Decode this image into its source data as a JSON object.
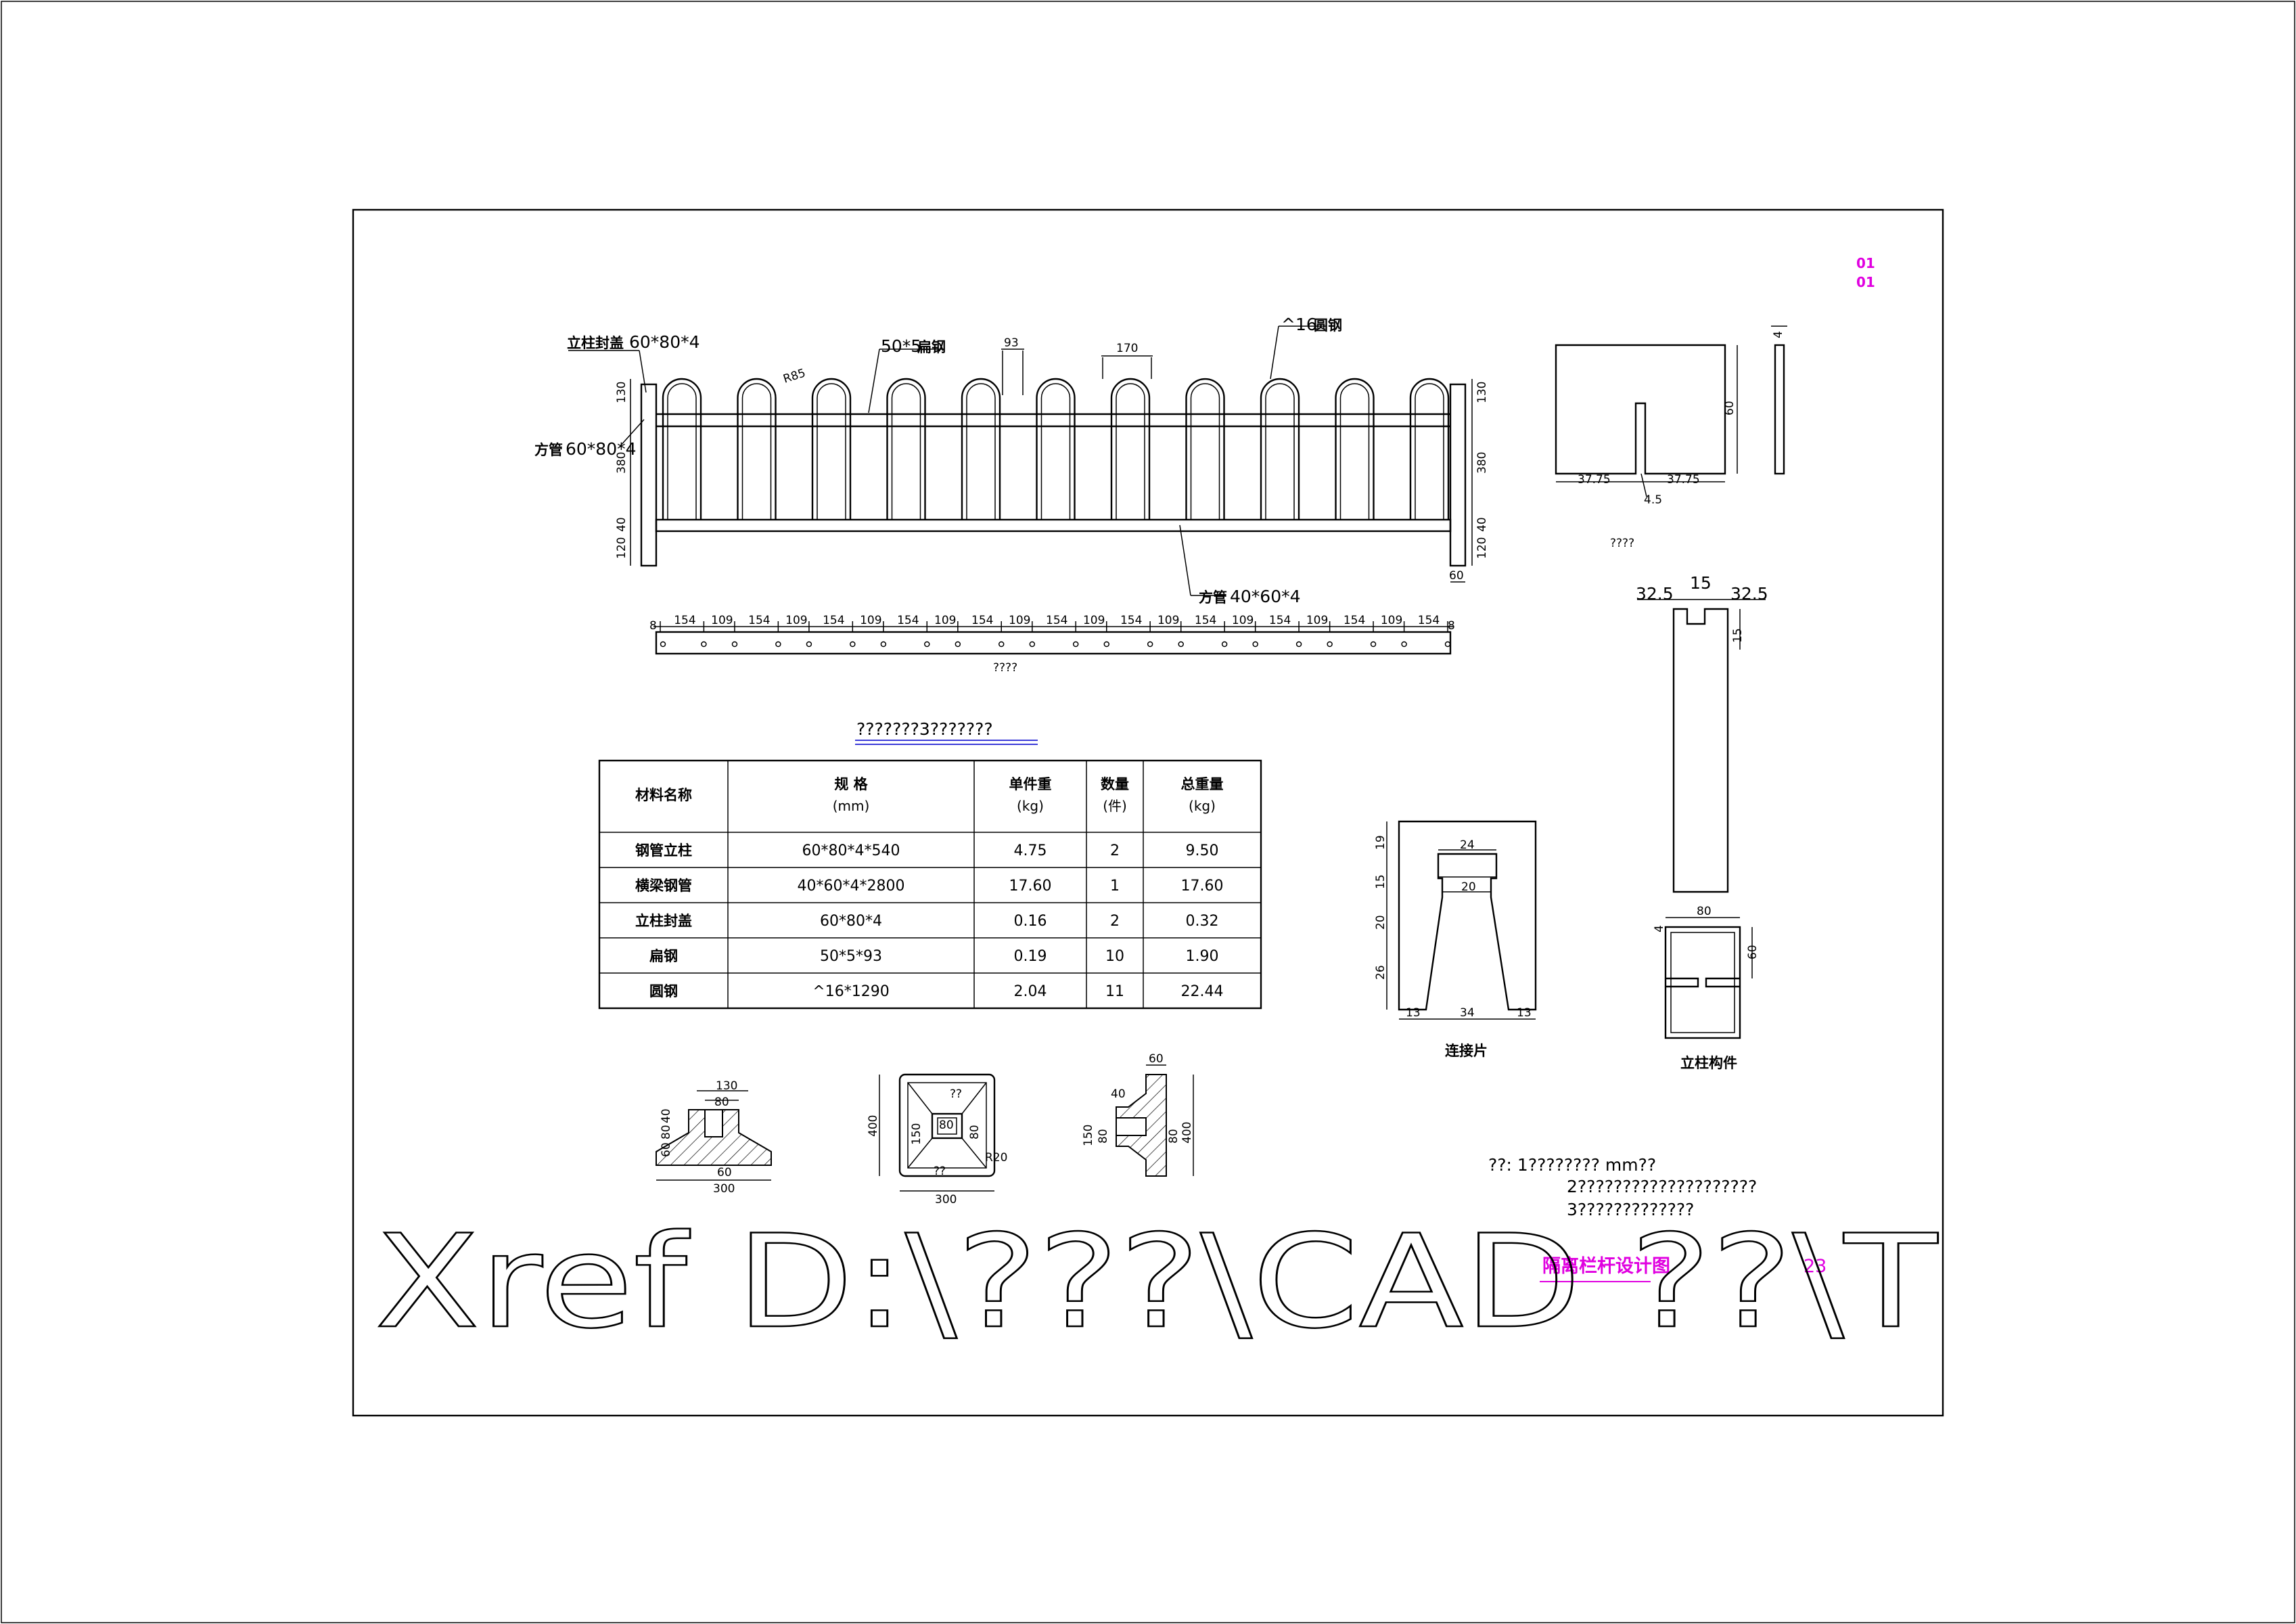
{
  "labels": {
    "post_cap": "立柱封盖",
    "post_cap_spec": "60*80*4",
    "flat_steel": "50*5",
    "flat_steel_name": "扁钢",
    "round_steel_spec": "^16",
    "round_steel_name": "圆钢",
    "square_tube": "方管",
    "square_tube_spec": "60*80*4",
    "square_tube_bottom": "方管",
    "square_tube_bottom_spec": "40*60*4",
    "radius": "R85",
    "width_93": "93",
    "width_170": "170",
    "left_dims": [
      "130",
      "380",
      "40",
      "120"
    ],
    "right_dims": [
      "130",
      "380",
      "40",
      "120"
    ],
    "post_width": "60",
    "hole_dims": [
      "154",
      "109",
      "154",
      "109",
      "154",
      "109",
      "154",
      "109",
      "154",
      "109",
      "154",
      "109",
      "154",
      "109",
      "154",
      "109",
      "154",
      "109",
      "154",
      "109",
      "154"
    ],
    "hole_end": "8",
    "hole_caption": "????",
    "plate_caption": "????",
    "plate_w1": "37.75",
    "plate_w2": "37.75",
    "plate_slot": "4.5",
    "plate_h": "60",
    "plate_thk": "4",
    "post_top_l": "32.5",
    "post_top_m": "15",
    "post_top_r": "32.5",
    "post_slot_h": "15",
    "post_sec_w": "80",
    "post_sec_h": "60",
    "post_sec_t": "4",
    "post_member": "立柱构件",
    "connector": "连接片",
    "conn_dims_left": [
      "19",
      "15",
      "20",
      "26"
    ],
    "conn_w1": "24",
    "conn_w2": "20",
    "conn_bottom": [
      "13",
      "34",
      "13"
    ],
    "base1_dims": [
      "130",
      "80",
      "60",
      "80",
      "40",
      "60",
      "300"
    ],
    "base2_dims": [
      "400",
      "300",
      "150",
      "80",
      "80",
      "R20"
    ],
    "base2_marks": [
      "??",
      "??"
    ],
    "base3_dims": [
      "60",
      "40",
      "150",
      "80",
      "80",
      "400"
    ],
    "notes": [
      "??: 1???????? mm??",
      "2????????????????????",
      "3?????????????"
    ],
    "sheet_title": "隔离栏杆设计图",
    "sheet_no": "23",
    "top_codes": [
      "01",
      "01"
    ],
    "xref": "Xref D:\\???\\CAD  ??\\T"
  },
  "table": {
    "title": "???????3???????",
    "headers": [
      {
        "line1": "材料名称",
        "line2": ""
      },
      {
        "line1": "规      格",
        "line2": "(mm)"
      },
      {
        "line1": "单件重",
        "line2": "(kg)"
      },
      {
        "line1": "数量",
        "line2": "(件)"
      },
      {
        "line1": "总重量",
        "line2": "(kg)"
      }
    ],
    "rows": [
      [
        "钢管立柱",
        "60*80*4*540",
        "4.75",
        "2",
        "9.50"
      ],
      [
        "横梁钢管",
        "40*60*4*2800",
        "17.60",
        "1",
        "17.60"
      ],
      [
        "立柱封盖",
        "60*80*4",
        "0.16",
        "2",
        "0.32"
      ],
      [
        "扁钢",
        "50*5*93",
        "0.19",
        "10",
        "1.90"
      ],
      [
        "圆钢",
        "^16*1290",
        "2.04",
        "11",
        "22.44"
      ]
    ]
  },
  "colors": {
    "magenta": "#e000e0",
    "title_underline": "#3b3bd8"
  }
}
